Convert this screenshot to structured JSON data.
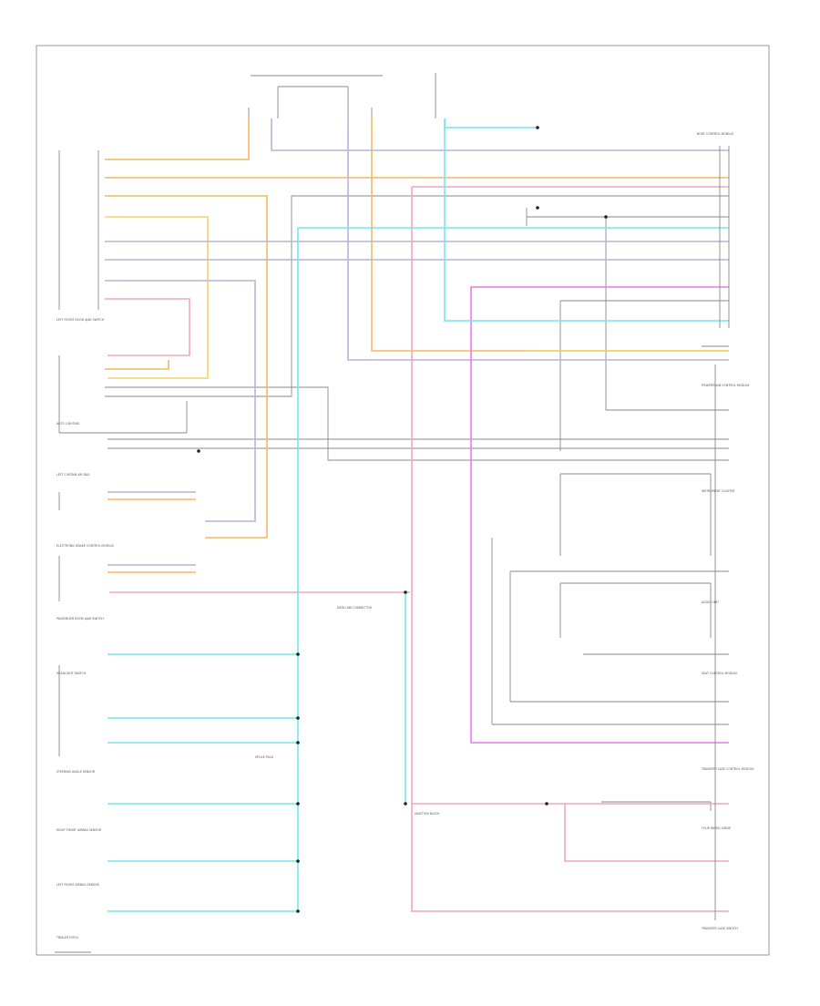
{
  "diagram": {
    "wire_colors": {
      "orange": "#f5b860",
      "yellow": "#f2d36b",
      "cyan": "#74e6ee",
      "violet": "#b9b3d9",
      "pink": "#f2a6b8",
      "magenta": "#e979e9",
      "dark": "#555555",
      "gray": "#8a8a8a"
    },
    "left_labels": [
      "LEFT FRONT DOOR AJAR SWITCH",
      "AUTO LIGHTING",
      "LEFT CURTAIN AIR BAG",
      "ELECTRONIC BRAKE CONTROL MODULE",
      "PASSENGER DOOR AJAR SWITCH",
      "HEADLIGHT SWITCH",
      "STEERING ANGLE SENSOR",
      "RIGHT FRONT AIRBAG SENSOR",
      "LEFT FRONT AIRBAG SENSOR",
      "TRAILER HITCH"
    ],
    "right_labels": [
      "BODY CONTROL MODULE",
      "POWERTRAIN CONTROL MODULE",
      "INSTRUMENT CLUSTER",
      "AUDIO UNIT",
      "SEAT CONTROL MODULE",
      "TRANSFER CASE CONTROL MODULE",
      "FOUR WHEEL DRIVE",
      "TRANSFER CASE SWITCH"
    ],
    "center_labels": [
      "DATA LINK CONNECTOR",
      "SPLICE PACK",
      "JUNCTION BLOCK"
    ]
  }
}
